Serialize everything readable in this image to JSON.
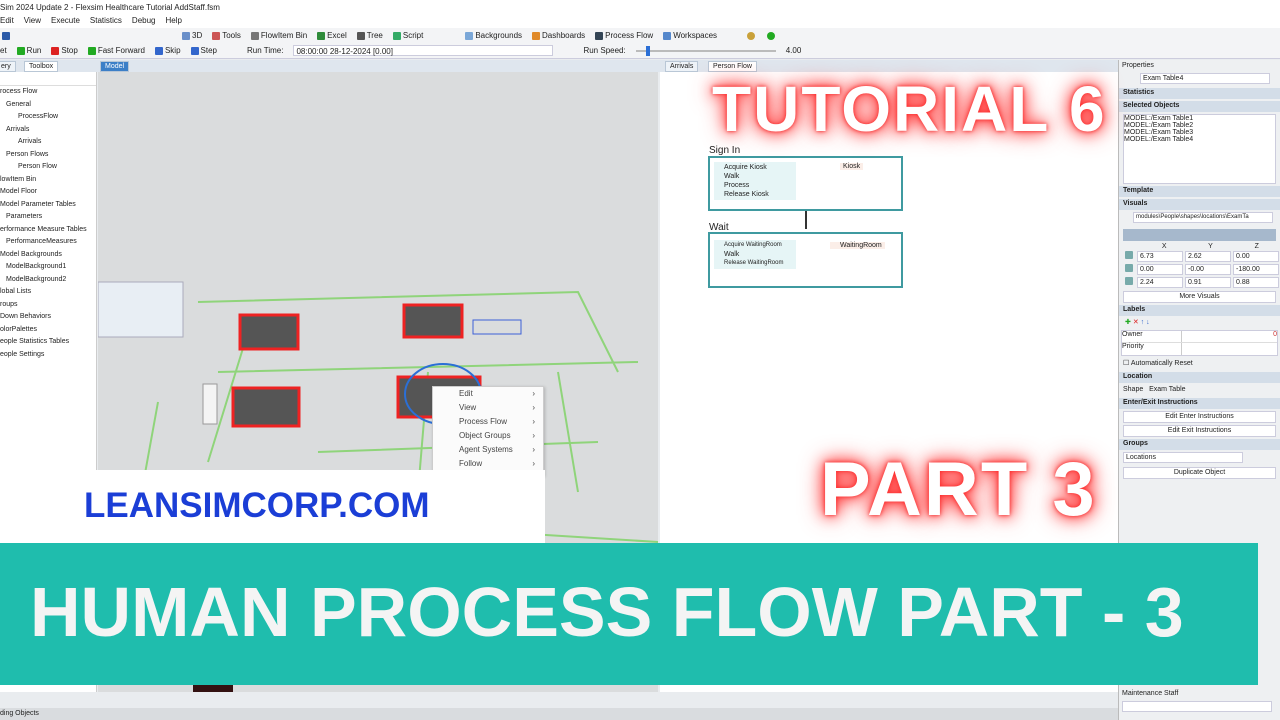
{
  "window": {
    "title": "Sim 2024 Update 2 - Flexsim Healthcare Tutorial AddStaff.fsm"
  },
  "menu": [
    "Edit",
    "View",
    "Execute",
    "Statistics",
    "Debug",
    "Help"
  ],
  "toolbar": [
    "3D",
    "Tools",
    "FlowItem Bin",
    "Excel",
    "Tree",
    "Script",
    "Backgrounds",
    "Dashboards",
    "Process Flow",
    "Workspaces"
  ],
  "runbar": {
    "reset": "et",
    "run": "Run",
    "stop": "Stop",
    "fast_forward": "Fast Forward",
    "skip": "Skip",
    "step": "Step",
    "run_time_label": "Run Time:",
    "run_time": "08:00:00  28-12-2024  [0.00]",
    "run_speed_label": "Run Speed:",
    "run_speed": "4.00"
  },
  "tabs": {
    "left": [
      "ery",
      "Toolbox"
    ],
    "model": "Model",
    "flow": [
      "Arrivals",
      "Person Flow"
    ]
  },
  "toolbox": [
    "rocess Flow",
    "General",
    "ProcessFlow",
    "Arrivals",
    "Arrivals",
    "Person Flows",
    "Person Flow",
    "lowItem Bin",
    "Model Floor",
    "Model Parameter Tables",
    "Parameters",
    "erformance Measure Tables",
    "PerformanceMeasures",
    "Model Backgrounds",
    "ModelBackground1",
    "ModelBackground2",
    "lobal Lists",
    "roups",
    "Down Behaviors",
    "olorPalettes",
    "eople Statistics Tables",
    "eople Settings"
  ],
  "context_menu": [
    "Edit",
    "View",
    "Process Flow",
    "Object Groups",
    "Agent Systems",
    "Follow"
  ],
  "flow": {
    "blocks": [
      {
        "title": "Sign In",
        "activities": [
          "Acquire Kiosk",
          "Walk",
          "Process",
          "Release Kiosk"
        ],
        "resource": "Kiosk"
      },
      {
        "title": "Wait",
        "activities": [
          "Acquire WaitingRoom",
          "Walk",
          "Release WaitingRoom"
        ],
        "resource": "WaitingRoom"
      }
    ]
  },
  "properties": {
    "title": "Properties",
    "object": "Exam Table4",
    "sections": {
      "statistics": "Statistics",
      "selected": "Selected Objects",
      "template": "Template",
      "visuals": "Visuals",
      "labels": "Labels",
      "location": "Location",
      "enter_exit": "Enter/Exit Instructions",
      "groups": "Groups"
    },
    "selected_objects": [
      "MODEL:/Exam Table1",
      "MODEL:/Exam Table2",
      "MODEL:/Exam Table3",
      "MODEL:/Exam Table4"
    ],
    "shape_path": "modules\\People\\shapes\\locations\\ExamTa",
    "axes": [
      "X",
      "Y",
      "Z"
    ],
    "position": [
      "6.73",
      "2.62",
      "0.00"
    ],
    "rotation": [
      "0.00",
      "-0.00",
      "-180.00"
    ],
    "size": [
      "2.24",
      "0.91",
      "0.88"
    ],
    "more_visuals": "More Visuals",
    "labels_rows": [
      "Owner",
      "Priority"
    ],
    "owner_value": "0",
    "auto_reset": "Automatically Reset",
    "shape_label": "Shape",
    "shape_value": "Exam Table",
    "edit_enter": "Edit Enter Instructions",
    "edit_exit": "Edit Exit Instructions",
    "groups_value": "Locations",
    "duplicate": "Duplicate Object",
    "maintenance": "Maintenance Staff"
  },
  "status": "ding Objects",
  "overlay": {
    "tutorial": "TUTORIAL 6",
    "part": "PART 3",
    "site": "LEANSIMCORP.COM",
    "banner": "HUMAN PROCESS FLOW PART - 3",
    "banner_color": "#1fbdad",
    "site_color": "#1b3ed6",
    "glow_color": "#ff2a2a"
  }
}
